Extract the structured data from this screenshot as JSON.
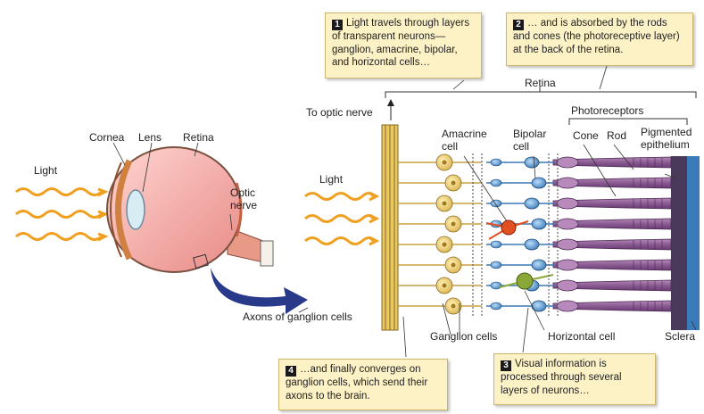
{
  "callouts": [
    {
      "num": "1",
      "text": "Light travels through layers of transparent neurons—ganglion, amacrine, bipolar, and horizontal cells…"
    },
    {
      "num": "2",
      "text": "… and is absorbed by the rods and cones (the photoreceptive layer) at the back of the retina."
    },
    {
      "num": "3",
      "text": "Visual information is processed  through several layers of neurons…"
    },
    {
      "num": "4",
      "text": "…and finally converges on ganglion cells, which send their axons to the brain."
    }
  ],
  "labels": {
    "light_left": "Light",
    "cornea": "Cornea",
    "lens": "Lens",
    "retina_eye": "Retina",
    "optic_nerve_1": "Optic",
    "optic_nerve_2": "nerve",
    "axons": "Axons of ganglion cells",
    "to_optic_nerve": "To optic nerve",
    "light_right": "Light",
    "retina_top": "Retina",
    "photoreceptors": "Photoreceptors",
    "amacrine_1": "Amacrine",
    "amacrine_2": "cell",
    "bipolar_1": "Bipolar",
    "bipolar_2": "cell",
    "cone": "Cone",
    "rod": "Rod",
    "pigmented_1": "Pigmented",
    "pigmented_2": "epithelium",
    "ganglion_cells": "Ganglion cells",
    "horizontal_cell": "Horizontal cell",
    "sclera": "Sclera"
  },
  "colors": {
    "callout_bg": "#fdf2c6",
    "light_wave": "#f0a020",
    "ganglion": "#f0d070",
    "bipolar": "#5f9fd8",
    "photoreceptor": "#8a5a92",
    "amacrine": "#e05020",
    "horizontal": "#8aa838",
    "sclera": "#3a7ab8",
    "arrow": "#2a3a8a",
    "eyeball": "#f2a4a0"
  }
}
